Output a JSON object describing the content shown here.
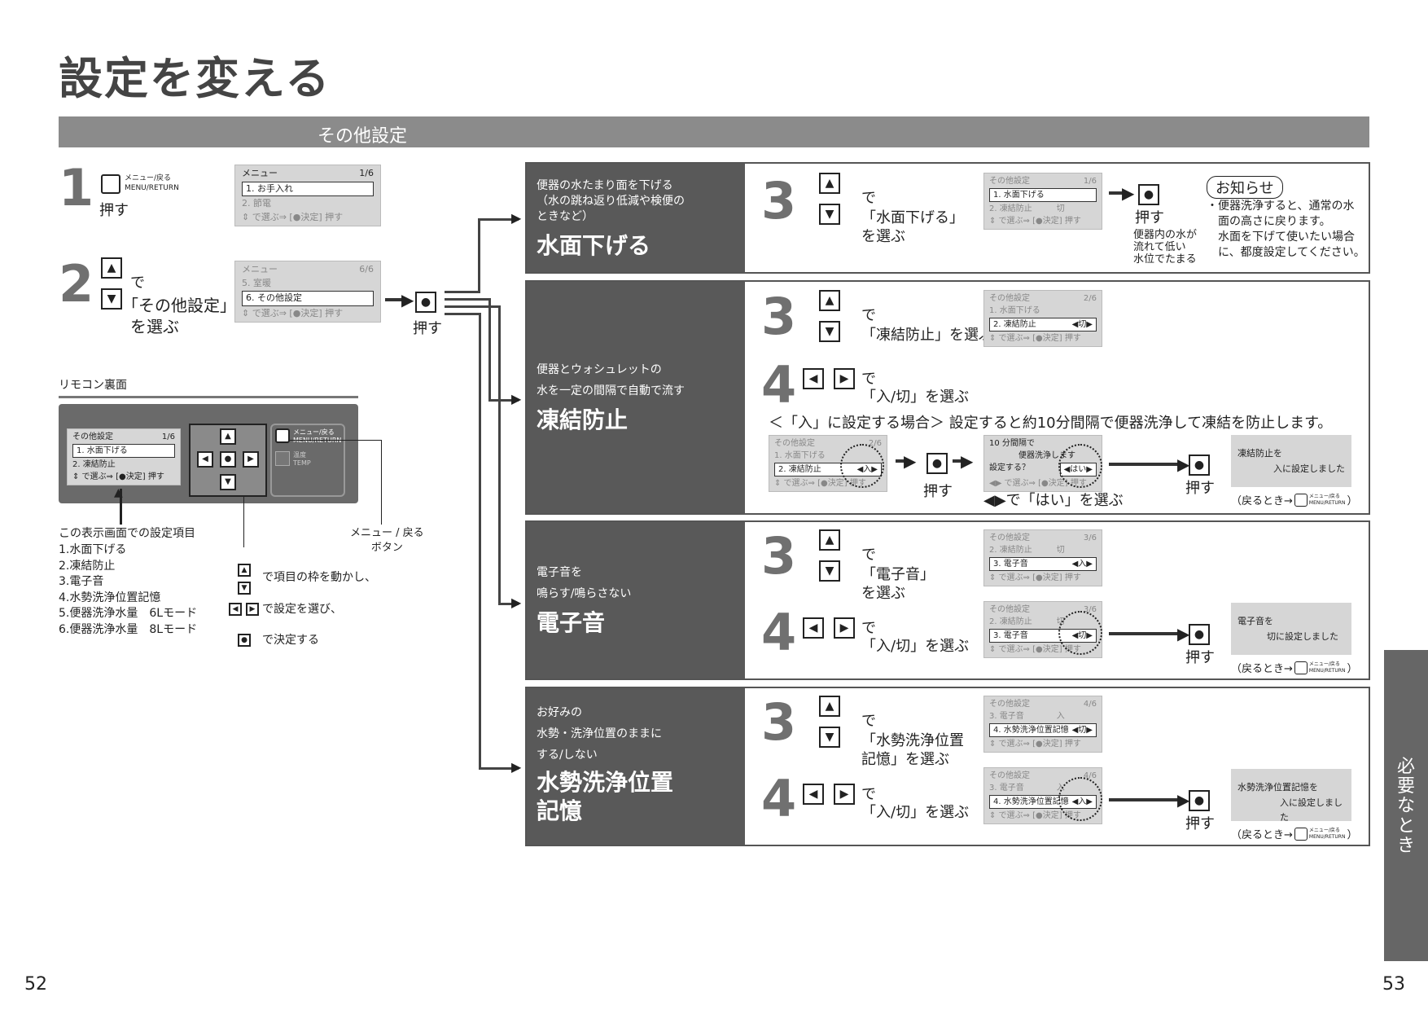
{
  "title": "設定を変える",
  "section": "その他設定",
  "left": {
    "step1": {
      "num": "1",
      "btn_label": "メニュー/戻る",
      "btn_label_en": "MENU/RETURN",
      "action": "押す",
      "lcd": {
        "header": "メニュー",
        "page": "1/6",
        "sel": "1. お手入れ",
        "row2": "2. 節電",
        "hint": "⇕ で選ぶ⇒ [●決定] 押す"
      }
    },
    "step2": {
      "num": "2",
      "de": "で",
      "choose": "「その他設定」",
      "wo": "を選ぶ",
      "push": "押す",
      "lcd": {
        "header": "メニュー",
        "page": "6/6",
        "row1": "5. 室暖",
        "sel": "6. その他設定",
        "hint": "⇕ で選ぶ⇒ [●決定] 押す"
      }
    },
    "remote": {
      "title": "リモコン裏面",
      "lcd": {
        "header": "その他設定",
        "page": "1/6",
        "sel": "1. 水面下げる",
        "row2": "2. 凍結防止",
        "hint": "⇕ で選ぶ⇒ [●決定] 押す"
      },
      "btn_label": "メニュー/戻る",
      "btn_label_en": "MENU/RETURN",
      "temp_label": "温度",
      "temp_label_en": "TEMP"
    },
    "items_title": "この表示画面での設定項目",
    "items": [
      "1.水面下げる",
      "2.凍結防止",
      "3.電子音",
      "4.水勢洗浄位置記憶",
      "5.便器洗浄水量　6Lモード",
      "6.便器洗浄水量　8Lモード"
    ],
    "menu_btn_note": [
      "メニュー / 戻る",
      "ボタン"
    ],
    "legend": [
      "で項目の枠を動かし、",
      "で設定を選び、",
      "で決定する"
    ]
  },
  "rows": [
    {
      "sub": [
        "便器の水たまり面を下げる",
        "（水の跳ね返り低減や検便の",
        "ときなど）"
      ],
      "name": [
        "水面下げる"
      ],
      "s3": {
        "num": "3",
        "de": "で",
        "choose": [
          "「水面下げる」",
          "を選ぶ"
        ]
      },
      "lcd": {
        "header": "その他設定",
        "page": "1/6",
        "sel": "1. 水面下げる",
        "row2": "2. 凍結防止　　　切",
        "hint": "⇕ で選ぶ⇒ [●決定] 押す"
      },
      "push": "押す",
      "note": [
        "便器内の水が",
        "流れて低い",
        "水位でたまる"
      ],
      "info_title": "お知らせ",
      "info": [
        "・便器洗浄すると、通常の水",
        "　面の高さに戻ります。",
        "　水面を下げて使いたい場合",
        "　に、都度設定してください。"
      ]
    },
    {
      "sub": [
        "便器とウォシュレットの",
        "水を一定の間隔で自動で流す"
      ],
      "name": [
        "凍結防止"
      ],
      "s3": {
        "num": "3",
        "de": "で",
        "choose": [
          "「凍結防止」を選ぶ"
        ]
      },
      "lcd3": {
        "header": "その他設定",
        "page": "2/6",
        "row1": "1. 水面下げる",
        "sel": "2. 凍結防止",
        "selval": "◀切▶",
        "hint": "⇕ で選ぶ⇒ [●決定] 押す"
      },
      "s4": {
        "num": "4",
        "de": "で",
        "choose": "「入/切」を選ぶ"
      },
      "explain": "＜「入」に設定する場合＞ 設定すると約10分間隔で便器洗浄して凍結を防止します。",
      "lcd4": {
        "header": "その他設定",
        "page": "2/6",
        "row1": "1. 水面下げる",
        "sel": "2. 凍結防止",
        "selval": "◀入▶",
        "hint": "⇕ で選ぶ⇒ [●決定] 押す"
      },
      "lcd5": {
        "l1": "10 分間隔で",
        "l2": "便器洗浄します",
        "l3": "設定する？",
        "val": "◀はい▶",
        "hint": "◀▶ で選ぶ⇒ [●決定] 押す"
      },
      "push": "押す",
      "push2": "押す",
      "yes": "◀▶で「はい」を選ぶ",
      "msg": [
        "凍結防止を",
        "入に設定しました"
      ],
      "back": "（戻るとき→",
      "back_btn": "メニュー/戻る",
      "back_btn_en": "MENU/RETURN",
      "back_end": "）"
    },
    {
      "sub": [
        "電子音を",
        "鳴らす/鳴らさない"
      ],
      "name": [
        "電子音"
      ],
      "s3": {
        "num": "3",
        "de": "で",
        "choose": [
          "「電子音」",
          "を選ぶ"
        ]
      },
      "lcd3": {
        "header": "その他設定",
        "page": "3/6",
        "row1": "2. 凍結防止　　　切",
        "sel": "3. 電子音",
        "selval": "◀入▶",
        "hint": "⇕ で選ぶ⇒ [●決定] 押す"
      },
      "s4": {
        "num": "4",
        "de": "で",
        "choose": "「入/切」を選ぶ"
      },
      "lcd4": {
        "header": "その他設定",
        "page": "3/6",
        "row1": "2. 凍結防止　　　切",
        "sel": "3. 電子音",
        "selval": "◀切▶",
        "hint": "⇕ で選ぶ⇒ [●決定] 押す"
      },
      "push": "押す",
      "msg": [
        "電子音を",
        "切に設定しました"
      ],
      "back": "（戻るとき→",
      "back_btn": "メニュー/戻る",
      "back_btn_en": "MENU/RETURN",
      "back_end": "）"
    },
    {
      "sub": [
        "お好みの",
        "水勢・洗浄位置のままに",
        "する/しない"
      ],
      "name": [
        "水勢洗浄位置",
        "記憶"
      ],
      "s3": {
        "num": "3",
        "de": "で",
        "choose": [
          "「水勢洗浄位置",
          "記憶」を選ぶ"
        ]
      },
      "lcd3": {
        "header": "その他設定",
        "page": "4/6",
        "row1": "3. 電子音　　　　入",
        "sel": "4. 水勢洗浄位置記憶",
        "selval": "◀切▶",
        "hint": "⇕ で選ぶ⇒ [●決定] 押す"
      },
      "s4": {
        "num": "4",
        "de": "で",
        "choose": "「入/切」を選ぶ"
      },
      "lcd4": {
        "header": "その他設定",
        "page": "4/6",
        "row1": "3. 電子音　　　　入",
        "sel": "4. 水勢洗浄位置記憶",
        "selval": "◀入▶",
        "hint": "⇕ で選ぶ⇒ [●決定] 押す"
      },
      "push": "押す",
      "msg": [
        "水勢洗浄位置記憶を",
        "入に設定しました"
      ],
      "back": "（戻るとき→",
      "back_btn": "メニュー/戻る",
      "back_btn_en": "MENU/RETURN",
      "back_end": "）"
    }
  ],
  "side_tab": "必要なとき",
  "page_left": "52",
  "page_right": "53"
}
